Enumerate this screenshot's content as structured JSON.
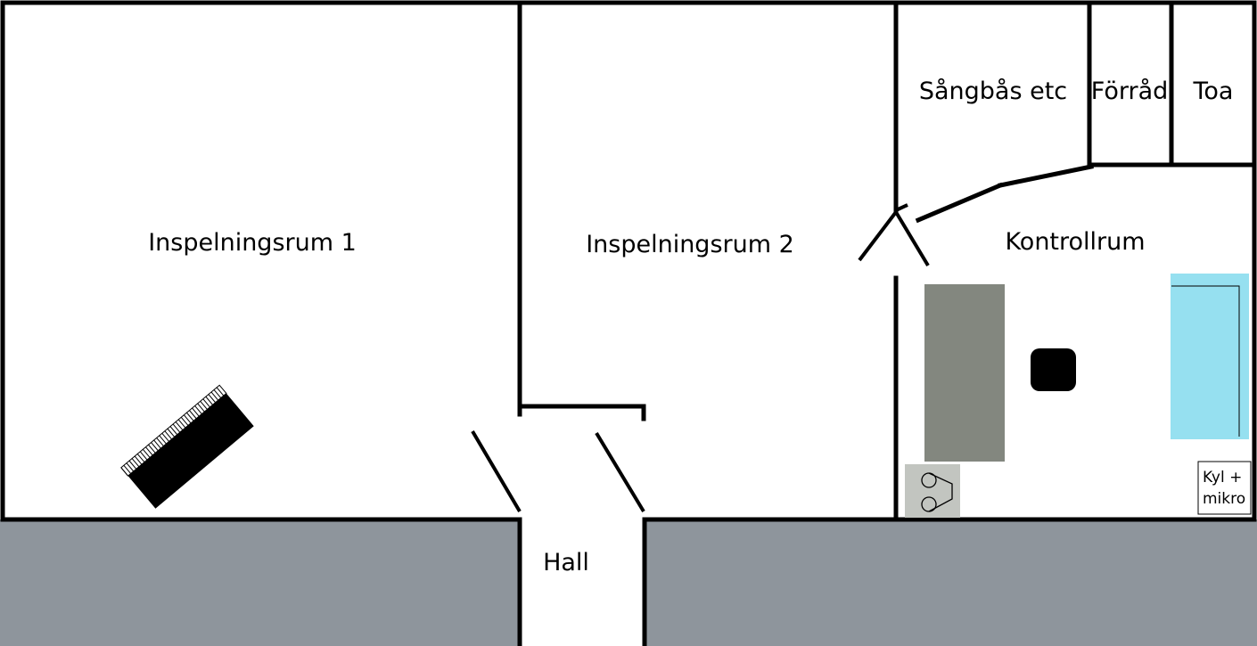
{
  "rooms": {
    "recording_room_1": "Inspelningsrum 1",
    "recording_room_2": "Inspelningsrum 2",
    "vocal_booth": "Sångbås etc",
    "storage": "Förråd",
    "toilet": "Toa",
    "control_room": "Kontrollrum",
    "hall": "Hall"
  },
  "fridge": {
    "line1": "Kyl +",
    "line2": "mikro"
  },
  "colors": {
    "outside": "#8e959c",
    "walls": "#000000",
    "mixing_desk": "#83877f",
    "sofa": "#96e0f0",
    "tape_machine": "#c2c5c0",
    "piano": "#000000"
  },
  "icons": {
    "piano": "grand-piano-icon",
    "tape_machine": "tape-reel-icon",
    "chair": "chair-icon"
  }
}
